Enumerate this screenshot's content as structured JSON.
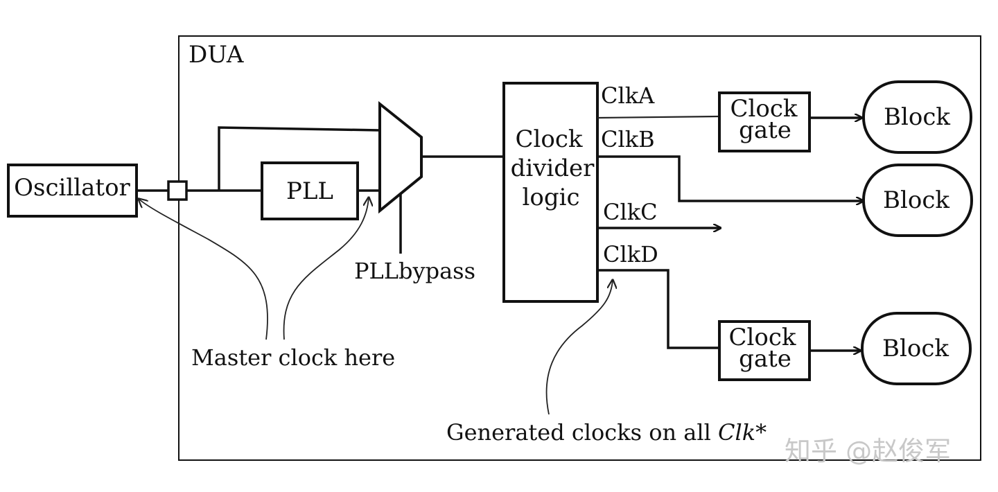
{
  "dua_label": "DUA",
  "oscillator_label": "Oscillator",
  "pll_label": "PLL",
  "pllbypass_label": "PLLbypass",
  "divider_lines": [
    "Clock",
    "divider",
    "logic"
  ],
  "clocks": {
    "a": "ClkA",
    "b": "ClkB",
    "c": "ClkC",
    "d": "ClkD"
  },
  "clock_gate_lines": [
    "Clock",
    "gate"
  ],
  "block_label": "Block",
  "master_clock_note": "Master clock here",
  "generated_note": {
    "prefix": "Generated clocks on all ",
    "italic": "Clk*"
  },
  "watermark": "知乎 @赵俊军"
}
